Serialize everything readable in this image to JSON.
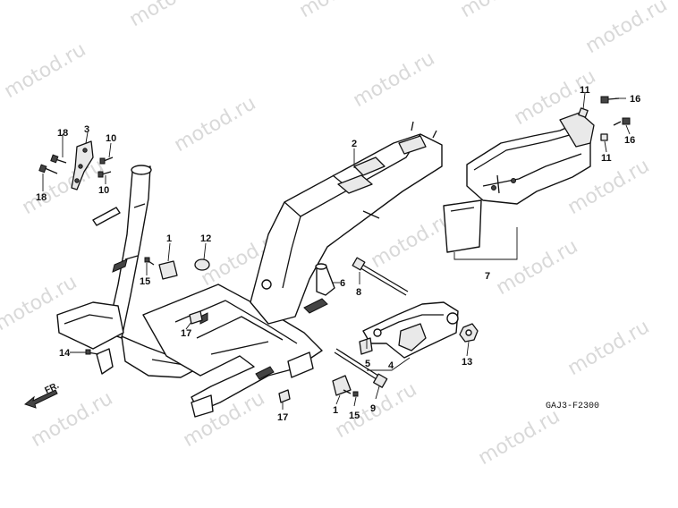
{
  "watermark": {
    "text": "motod.ru",
    "color": "#d9d9d9"
  },
  "diagram": {
    "drawing_code": "GAJ3-F2300",
    "front_label": "FR.",
    "callouts": [
      {
        "id": "c1a",
        "label": "1"
      },
      {
        "id": "c1b",
        "label": "1"
      },
      {
        "id": "c2",
        "label": "2"
      },
      {
        "id": "c3",
        "label": "3"
      },
      {
        "id": "c4",
        "label": "4"
      },
      {
        "id": "c5",
        "label": "5"
      },
      {
        "id": "c6",
        "label": "6"
      },
      {
        "id": "c7",
        "label": "7"
      },
      {
        "id": "c8",
        "label": "8"
      },
      {
        "id": "c9",
        "label": "9"
      },
      {
        "id": "c10a",
        "label": "10"
      },
      {
        "id": "c10b",
        "label": "10"
      },
      {
        "id": "c11a",
        "label": "11"
      },
      {
        "id": "c11b",
        "label": "11"
      },
      {
        "id": "c12",
        "label": "12"
      },
      {
        "id": "c13",
        "label": "13"
      },
      {
        "id": "c14",
        "label": "14"
      },
      {
        "id": "c15a",
        "label": "15"
      },
      {
        "id": "c15b",
        "label": "15"
      },
      {
        "id": "c16a",
        "label": "16"
      },
      {
        "id": "c16b",
        "label": "16"
      },
      {
        "id": "c17a",
        "label": "17"
      },
      {
        "id": "c17b",
        "label": "17"
      },
      {
        "id": "c18a",
        "label": "18"
      },
      {
        "id": "c18b",
        "label": "18"
      }
    ]
  }
}
